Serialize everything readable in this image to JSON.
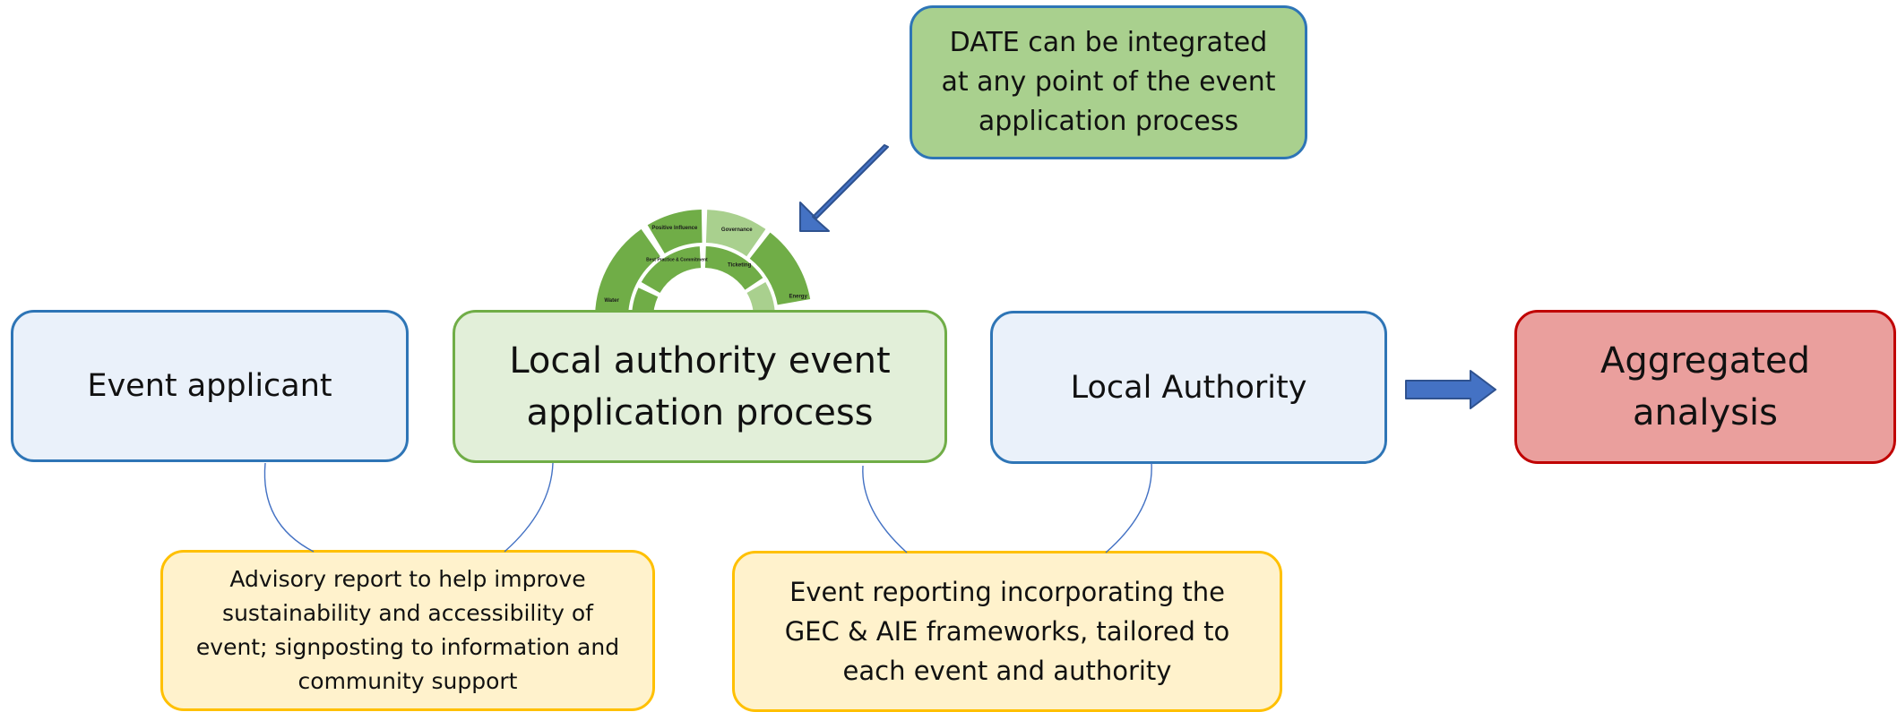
{
  "boxes": {
    "event_applicant": "Event applicant",
    "la_process": "Local authority event application process",
    "local_authority": "Local Authority",
    "aggregated": "Aggregated analysis",
    "date_note": "DATE can be integrated at any point of the event application process",
    "advisory": "Advisory report to help improve sustainability and accessibility of event; signposting to information and community support",
    "reporting": "Event reporting incorporating the GEC & AIE frameworks, tailored to each event and authority"
  },
  "wheel": {
    "outer_labels": [
      "Positive Influence",
      "Governance",
      "Energy",
      "Water"
    ],
    "inner_labels": [
      "Best Practice & Commitment",
      "Ticketing"
    ]
  },
  "colors": {
    "blue_fill": "#eaf1fa",
    "blue_border": "#2e75b6",
    "green_fill": "#e2efd9",
    "green_border": "#70ad47",
    "green_note": "#a9d08e",
    "red_fill": "#ea9f9d",
    "red_border": "#c00000",
    "yellow_fill": "#fff2cc",
    "yellow_border": "#ffc000",
    "arrow": "#4472c4",
    "wheel_dark": "#70ad47",
    "wheel_light": "#a9d08e"
  }
}
